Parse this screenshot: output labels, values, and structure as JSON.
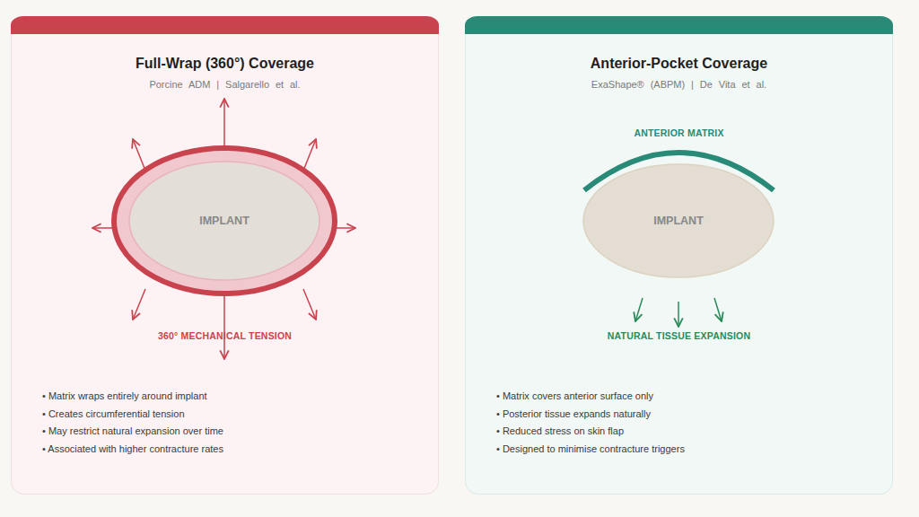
{
  "diagram": {
    "nodes": [
      {
        "text": [
          "Full-Wrap (360°) Coverage",
          "Porcine ADM | Salgarello et al.",
          "• Matrix wraps entirely around implant",
          "• Creates circumferential tension",
          "• May restrict natural expansion over time",
          "• Associated with higher contracture rates"
        ]
      },
      {
        "text": [
          "IMPLANT"
        ],
        "in": 0
      },
      {
        "text": [
          "Anterior-Pocket Coverage",
          "ExaShape® (ABPM) | De Vita et al.",
          "• Matrix covers anterior surface only",
          "• Posterior tissue expands naturally",
          "• Reduced stress on skin flap",
          "• Designed to minimise contracture triggers"
        ]
      },
      {
        "text": [
          "IMPLANT"
        ],
        "in": 2
      }
    ],
    "labels": [
      "360° MECHANICAL TENSION",
      "ANTERIOR MATRIX",
      "NATURAL TISSUE EXPANSION"
    ]
  }
}
